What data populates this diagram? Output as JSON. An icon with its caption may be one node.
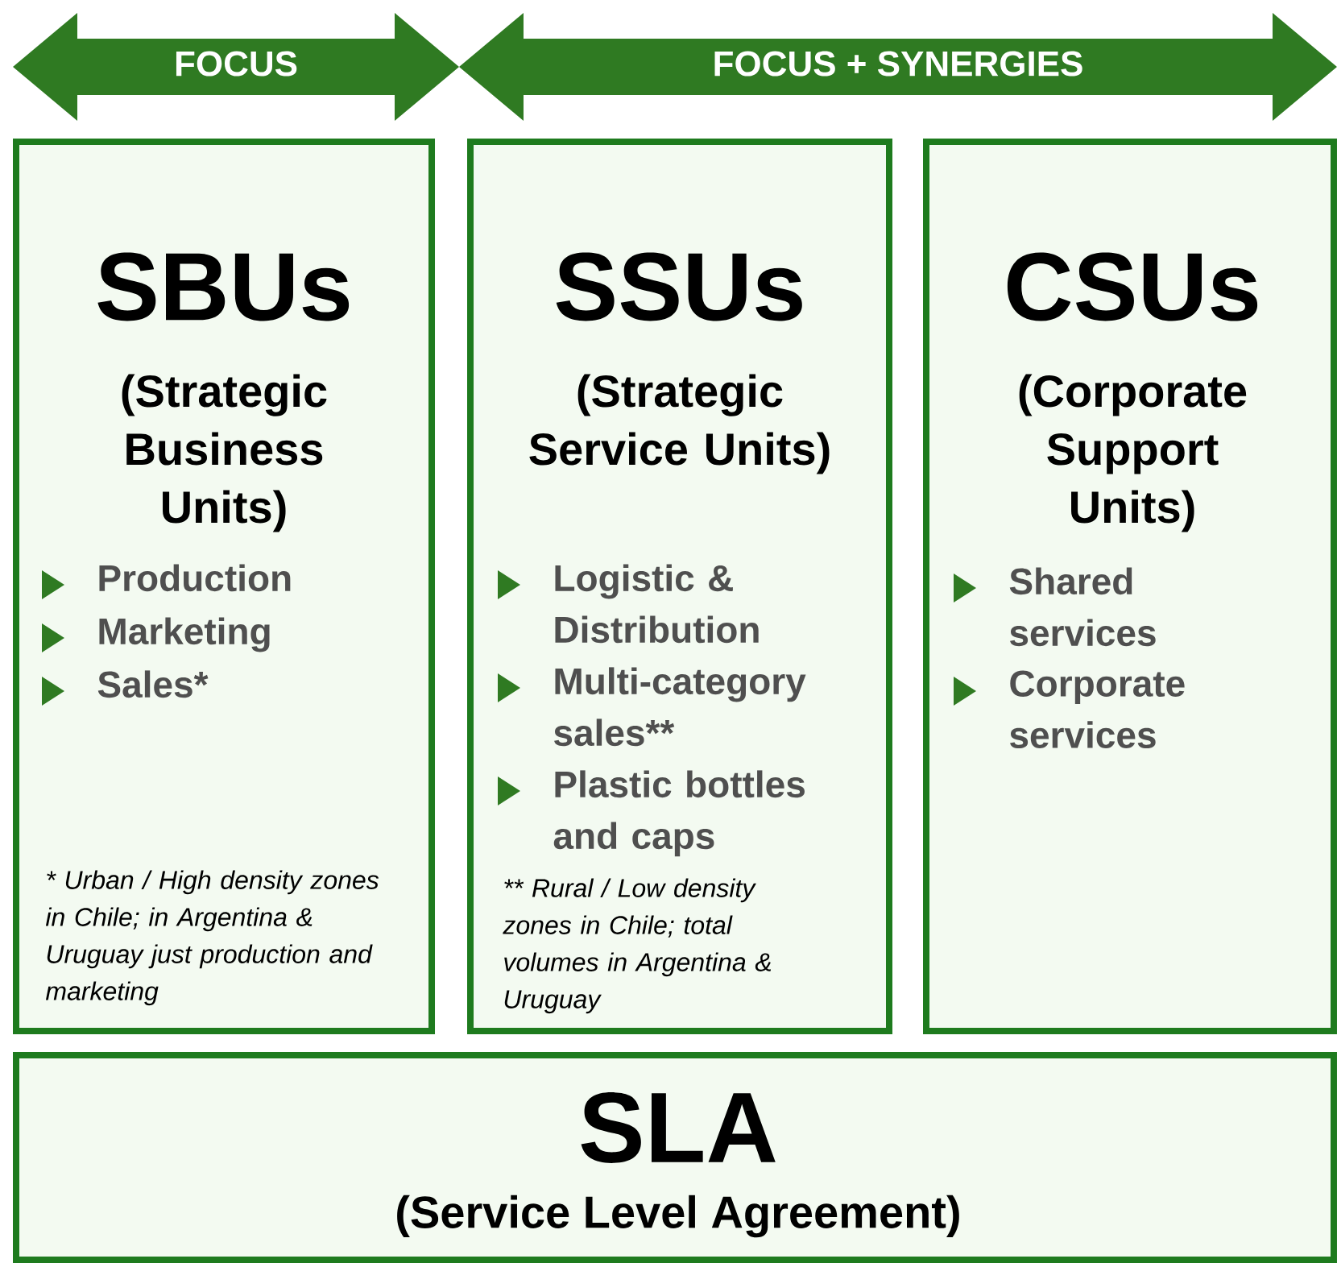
{
  "diagram": {
    "nodes": [
      {
        "text": [
          "FOCUS"
        ]
      },
      {
        "text": [
          "FOCUS + SYNERGIES"
        ]
      },
      {
        "text": [
          "SBUs",
          "(Strategic Business Units)",
          "Production",
          "Marketing",
          "Sales*",
          "* Urban / High density zones in Chile; in Argentina & Uruguay  just production and marketing"
        ]
      },
      {
        "text": [
          "SSUs",
          "(Strategic Service Units)",
          "Logistic & Distribution",
          "Multi-category sales**",
          "Plastic bottles and caps",
          "** Rural / Low density zones in Chile; total volumes in Argentina & Uruguay"
        ]
      },
      {
        "text": [
          "CSUs",
          "(Corporate Support Units)",
          "Shared services",
          "Corporate services"
        ]
      },
      {
        "text": [
          "SLA",
          "(Service Level Agreement)"
        ]
      }
    ],
    "edges": []
  }
}
